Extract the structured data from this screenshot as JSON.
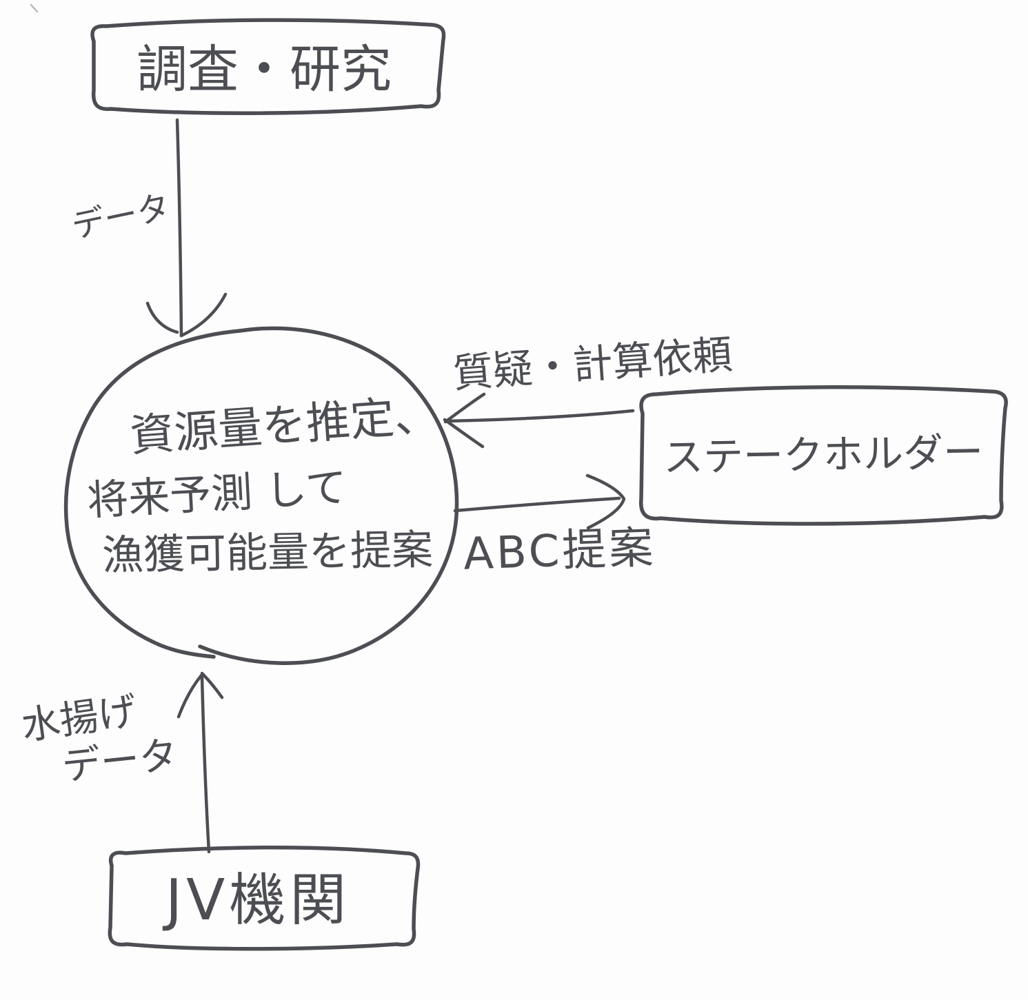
{
  "colors": {
    "ink": "#4c4e53",
    "paper": "#fdfdfd"
  },
  "nodes": {
    "research": {
      "label": "調査・研究"
    },
    "assessment": {
      "line1": "資源量を推定、",
      "line2": "将来予測 して",
      "line3": "漁獲可能量を提案"
    },
    "stakeholder": {
      "label": "ステークホルダー"
    },
    "jv": {
      "label": "JV機関"
    }
  },
  "edges": {
    "research_to_assessment": {
      "label": "データ"
    },
    "stakeholder_to_assessment": {
      "label": "質疑・計算依頼"
    },
    "assessment_to_stakeholder": {
      "label": "ABC提案"
    },
    "jv_to_assessment": {
      "label_line1": "水揚げ",
      "label_line2": "データ"
    }
  }
}
